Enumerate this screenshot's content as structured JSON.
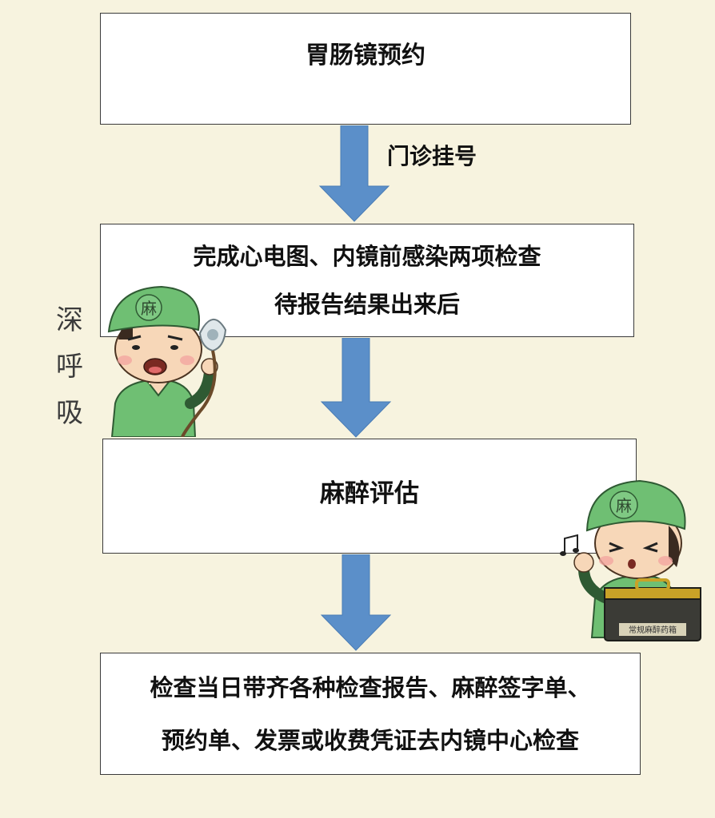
{
  "steps": [
    {
      "lines": [
        "胃肠镜预约"
      ]
    },
    {
      "lines": [
        "完成心电图、内镜前感染两项检查",
        "待报告结果出来后"
      ]
    },
    {
      "lines": [
        "麻醉评估"
      ]
    },
    {
      "lines": [
        "检查当日带齐各种检查报告、麻醉签字单、",
        "预约单、发票或收费凭证去内镜中心检查"
      ]
    }
  ],
  "connector_label": "门诊挂号",
  "doctor_left": {
    "cap_text": "麻",
    "side_text": [
      "深",
      "呼",
      "吸"
    ]
  },
  "doctor_right": {
    "cap_text": "麻",
    "toolbox_text": "常规麻醉药箱"
  },
  "colors": {
    "background": "#f7f3df",
    "arrow": "#5b8fc9",
    "arrow_edge": "#4a7cb5",
    "scrubs": "#6fbf73"
  }
}
